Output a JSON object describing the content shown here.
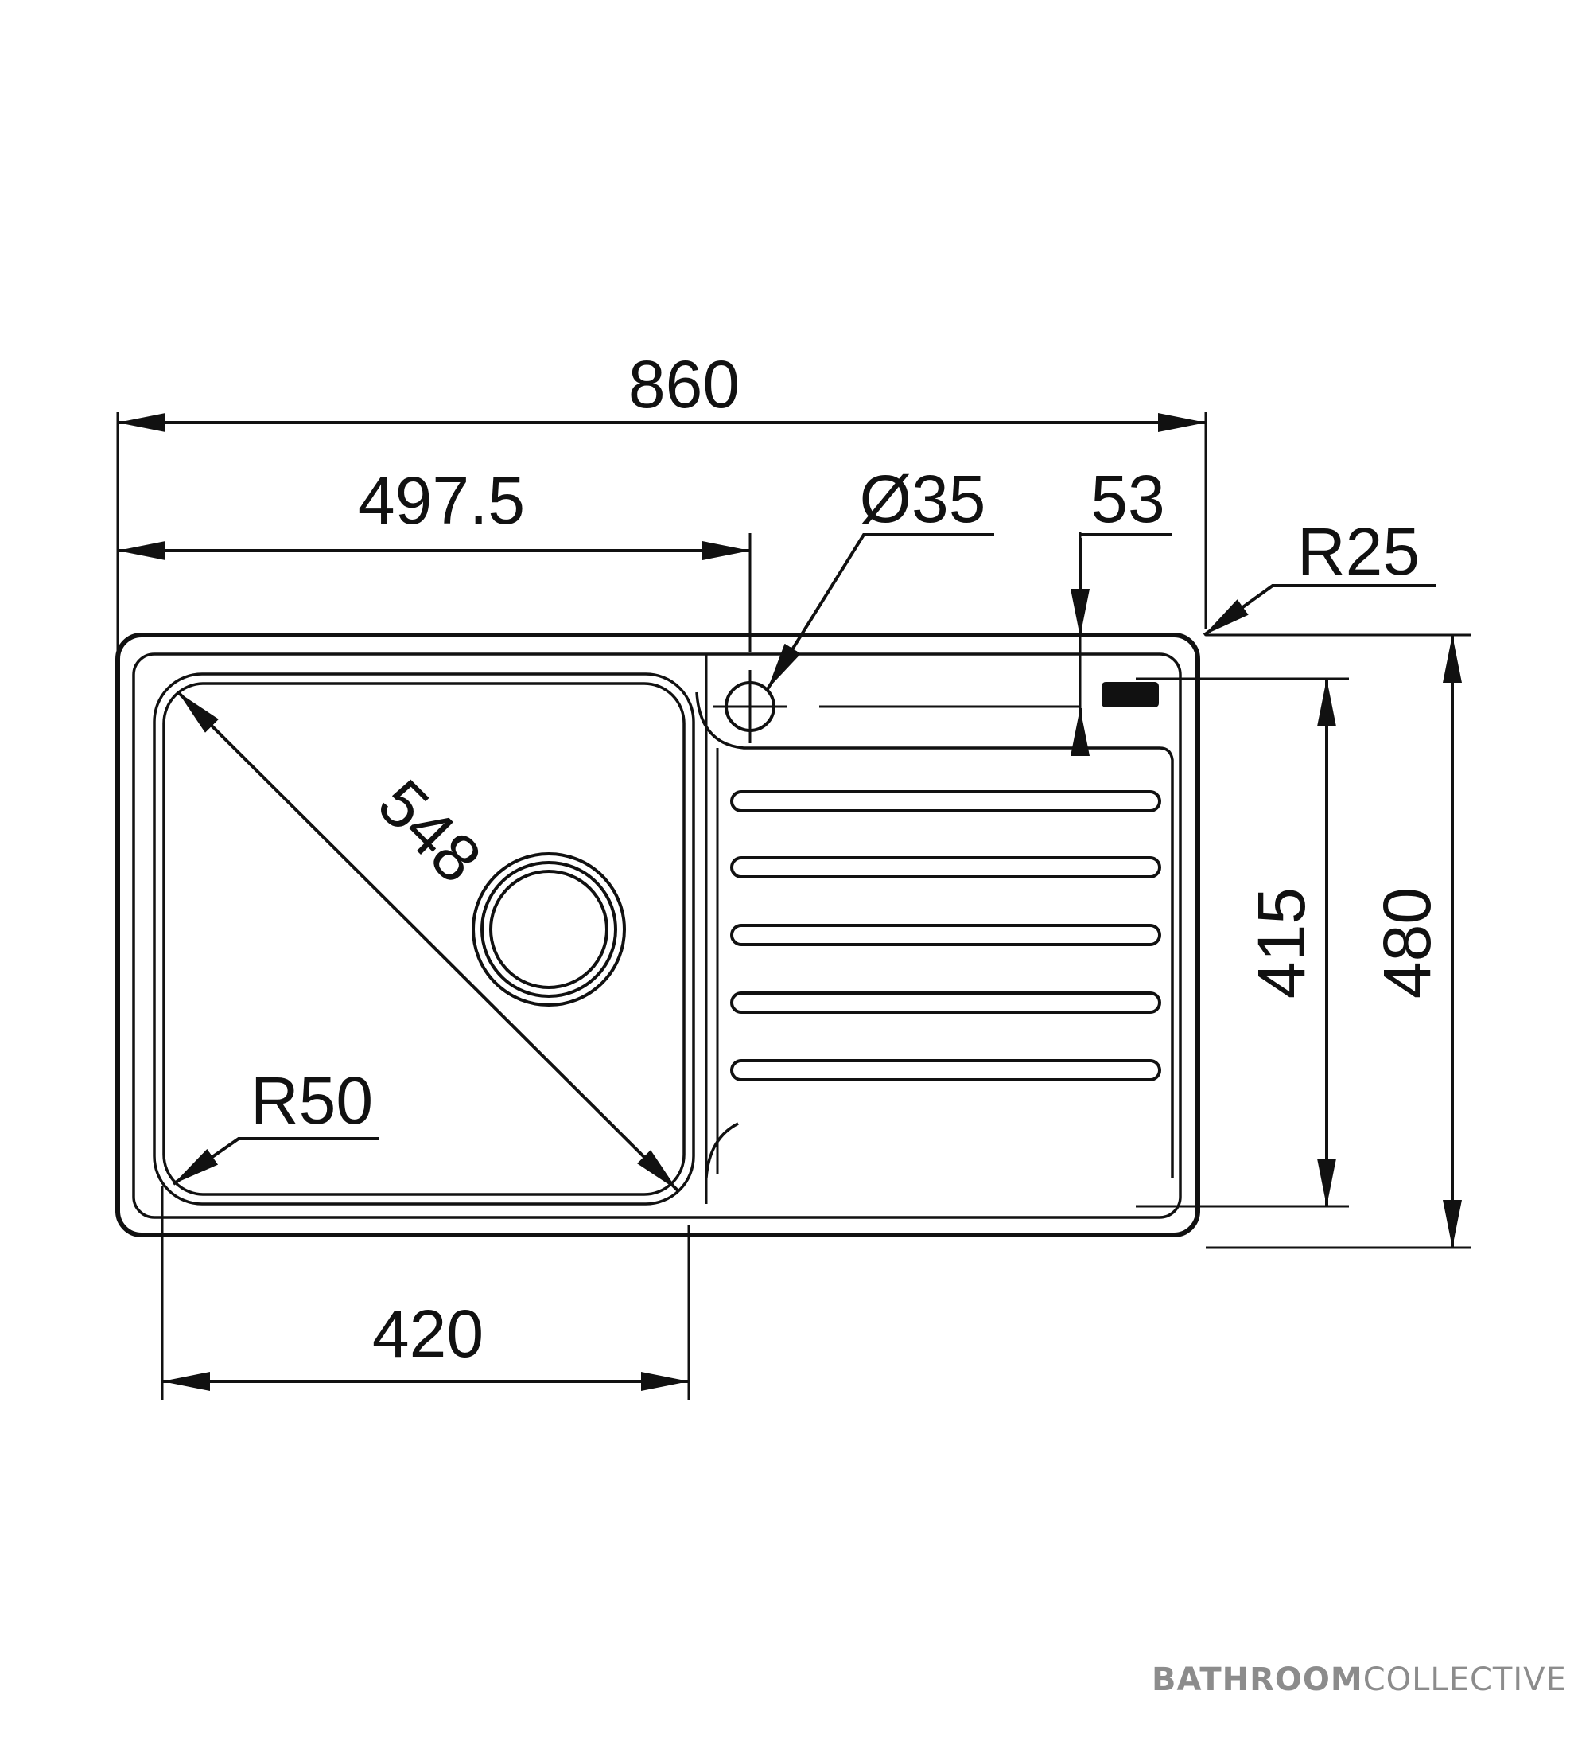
{
  "dimensions": {
    "overall_width": "860",
    "offset_to_tap": "497.5",
    "tap_hole": "Ø35",
    "tap_offset": "53",
    "corner_radius_outer": "R25",
    "diagonal": "548",
    "corner_radius_bowl": "R50",
    "bowl_width": "420",
    "drainer_depth": "415",
    "overall_depth": "480"
  },
  "brand": {
    "bold": "BATHROOM",
    "light": "COLLECTIVE"
  },
  "colors": {
    "line": "#111111",
    "brand": "#8c8c8c"
  }
}
